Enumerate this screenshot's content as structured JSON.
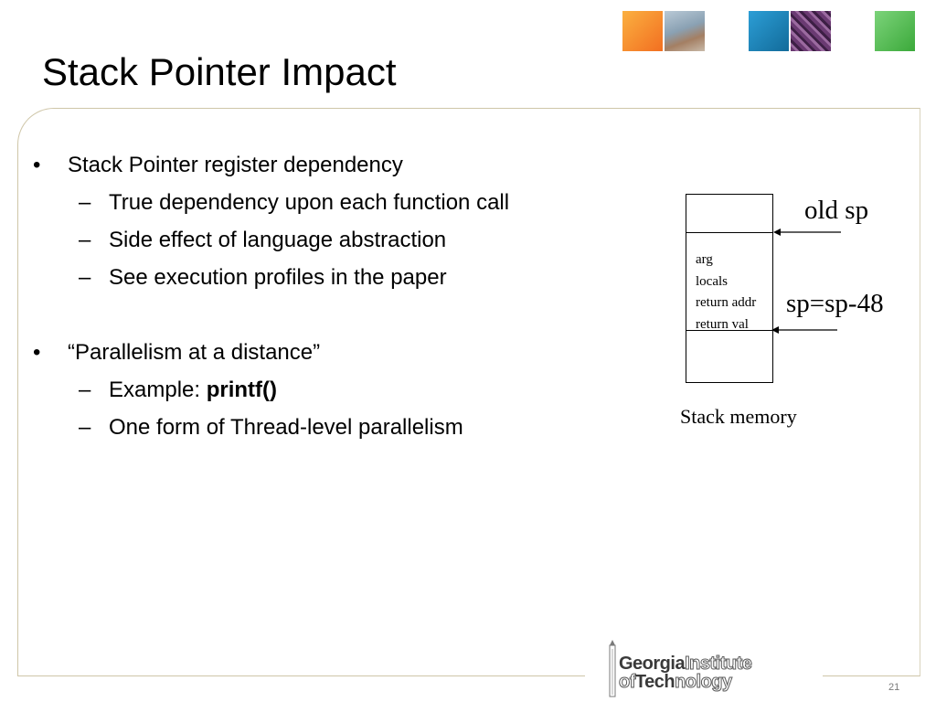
{
  "slide": {
    "title": "Stack Pointer Impact",
    "page_number": "21"
  },
  "bullets": [
    {
      "marker": "•",
      "text": "Stack Pointer register dependency",
      "subitems": [
        {
          "marker": "–",
          "text": "True dependency upon each function call"
        },
        {
          "marker": "–",
          "text": "Side effect of language abstraction"
        },
        {
          "marker": "–",
          "text": "See execution profiles in the paper"
        }
      ]
    },
    {
      "marker": "•",
      "text": "“Parallelism at a distance”",
      "subitems": [
        {
          "marker": "–",
          "text_prefix": "Example: ",
          "text_bold": "printf()"
        },
        {
          "marker": "–",
          "text": "One form of Thread-level parallelism"
        }
      ]
    }
  ],
  "diagram": {
    "frame_lines": [
      "arg",
      "locals",
      "return addr",
      "return val"
    ],
    "old_sp_label": "old sp",
    "new_sp_label": "sp=sp-48",
    "caption": "Stack memory"
  },
  "logo": {
    "line1_bold": "Georgia",
    "line1_outline": "Institute",
    "line2_outline_a": "of",
    "line2_bold": "Tech",
    "line2_outline_b": "nology"
  },
  "decor_colors": [
    "#f7941d",
    "#8aa1b3",
    "#1e88c7",
    "#7b4a82",
    "#4cbb4a"
  ]
}
